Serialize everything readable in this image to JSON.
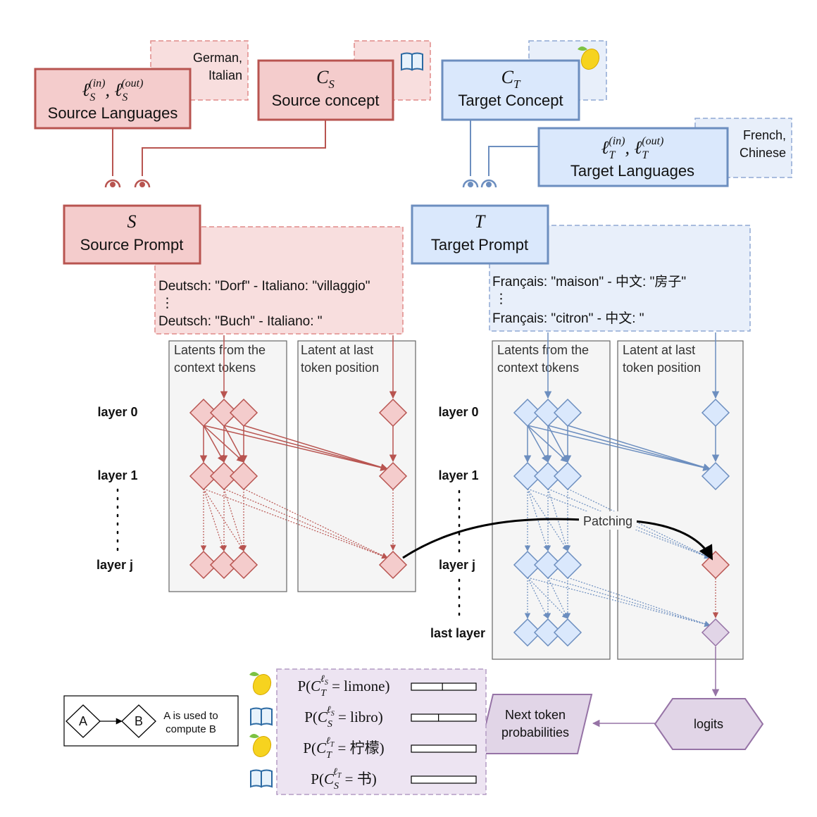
{
  "source": {
    "languages_label": "Source Languages",
    "languages_note": [
      "German,",
      "Italian"
    ],
    "concept_symbol": "C",
    "concept_sub": "S",
    "concept_label": "Source concept",
    "prompt_symbol": "S",
    "prompt_label": "Source Prompt",
    "prompt_lines": [
      "Deutsch: \"Dorf\" - Italiano: \"villaggio\"",
      "⋮",
      "Deutsch: \"Buch\" - Italiano: \""
    ]
  },
  "target": {
    "concept_symbol": "C",
    "concept_sub": "T",
    "concept_label": "Target Concept",
    "languages_label": "Target Languages",
    "languages_note": [
      "French,",
      "Chinese"
    ],
    "prompt_symbol": "T",
    "prompt_label": "Target Prompt",
    "prompt_lines": [
      "Français: \"maison\" - 中文: \"房子\"",
      "⋮",
      "Français: \"citron\" - 中文: \""
    ]
  },
  "panels": {
    "context": [
      "Latents from the",
      "context tokens"
    ],
    "last": [
      "Latent at last",
      "token position"
    ]
  },
  "layers": {
    "layer0": "layer 0",
    "layer1": "layer 1",
    "layerj": "layer j",
    "last": "last layer"
  },
  "patching_label": "Patching",
  "logits_label": "logits",
  "next_token": [
    "Next token",
    "probabilities"
  ],
  "legend": {
    "a": "A",
    "b": "B",
    "text": [
      "A is used to",
      "compute B"
    ]
  },
  "probabilities": [
    {
      "icon": "lemon",
      "c_sub": "T",
      "lang_sub": "S",
      "word": "limone",
      "value": 0.48
    },
    {
      "icon": "book",
      "c_sub": "S",
      "lang_sub": "S",
      "word": "libro",
      "value": 0.42
    },
    {
      "icon": "lemon",
      "c_sub": "T",
      "lang_sub": "T",
      "word": "柠檬",
      "value": 0.0
    },
    {
      "icon": "book",
      "c_sub": "S",
      "lang_sub": "T",
      "word": "书",
      "value": 0.0
    }
  ],
  "colors": {
    "source_fill": "#f4cccc",
    "source_stroke": "#b85450",
    "target_fill": "#dae8fc",
    "target_stroke": "#6c8ebf",
    "purple_fill": "#e1d5e7",
    "purple_stroke": "#9673a6",
    "panel_fill": "#f5f5f5"
  }
}
